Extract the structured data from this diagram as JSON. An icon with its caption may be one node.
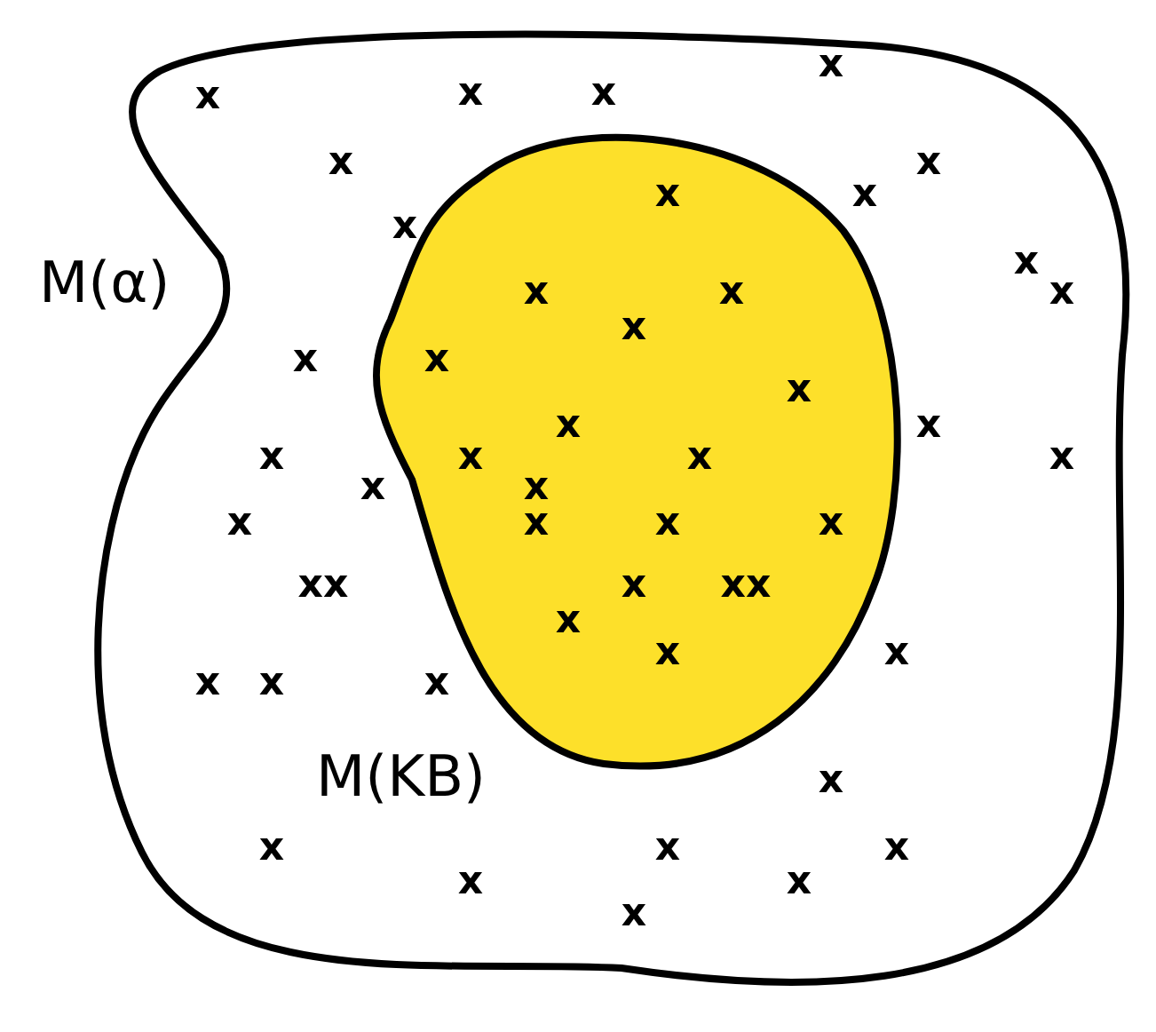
{
  "diagram": {
    "nodes": [
      {
        "text": [
          "M(α)"
        ]
      },
      {
        "text": [
          "M(KB)"
        ],
        "in": 0
      }
    ],
    "labels": [
      "x",
      "x",
      "x",
      "x",
      "x",
      "x",
      "x",
      "x",
      "x",
      "x",
      "x",
      "x",
      "x",
      "x",
      "x",
      "x",
      "x",
      "x",
      "x",
      "x",
      "x",
      "x",
      "x",
      "x",
      "x",
      "x",
      "x",
      "x",
      "x",
      "xx",
      "x",
      "xx",
      "x",
      "x",
      "x",
      "x",
      "x",
      "x",
      "x",
      "x",
      "x",
      "x",
      "x",
      "x",
      "x"
    ]
  }
}
